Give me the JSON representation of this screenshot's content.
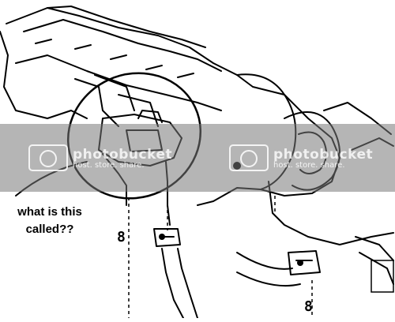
{
  "annotation": {
    "line1": "what is this",
    "line2": "called??"
  },
  "watermark": {
    "logo": "photobucket",
    "tagline": "host. store. share."
  },
  "part_labels": {
    "left": "8",
    "right": "8"
  }
}
